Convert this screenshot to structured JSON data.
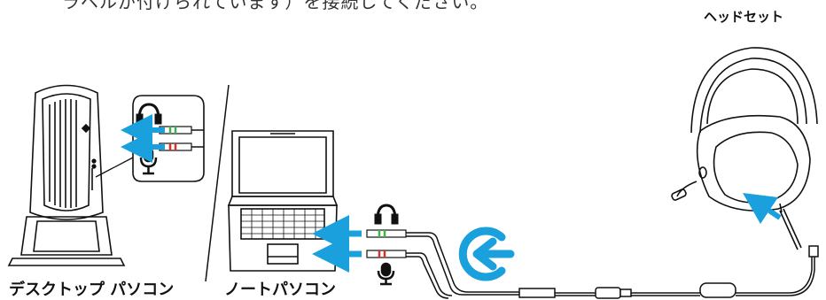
{
  "instruction_text": "ラベルが付けられています）を接続してください。",
  "labels": {
    "desktop": "デスクトップ パソコン",
    "laptop": "ノートパソコン",
    "headset": "ヘッドセット"
  },
  "colors": {
    "arrow_blue": "#1aa0dc",
    "line_black": "#111111",
    "plug_green": "#3cb44b",
    "plug_red": "#d9302b"
  },
  "icons": [
    "headphone-icon",
    "microphone-icon",
    "connect-arrow-icon"
  ]
}
